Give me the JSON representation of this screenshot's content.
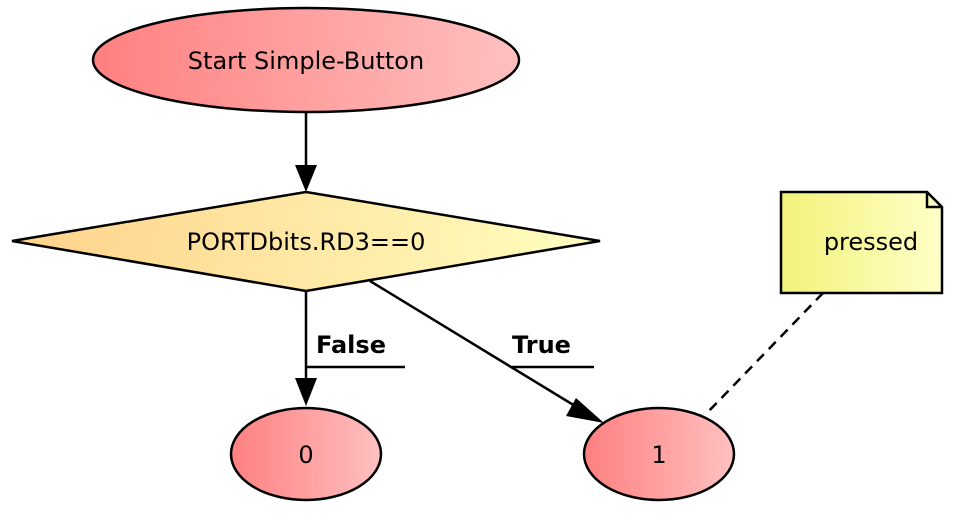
{
  "nodes": {
    "start": {
      "label": "Start Simple-Button"
    },
    "decision": {
      "label": "PORTDbits.RD3==0"
    },
    "result_false": {
      "label": "0"
    },
    "result_true": {
      "label": "1"
    },
    "note": {
      "label": "pressed"
    }
  },
  "edges": {
    "false_branch": {
      "label": "False"
    },
    "true_branch": {
      "label": "True"
    }
  },
  "colors": {
    "terminal_start": "#ff8080",
    "terminal_end": "#ffc0c0",
    "decision_start": "#ffd28a",
    "decision_end": "#ffffc0",
    "note_start": "#f2f27a",
    "note_end": "#ffffc8",
    "stroke": "#000000"
  }
}
